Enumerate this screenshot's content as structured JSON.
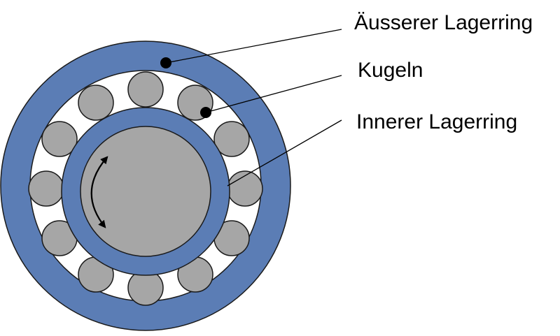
{
  "labels": {
    "outer_ring": "Äusserer Lagerring",
    "balls": "Kugeln",
    "inner_ring": "Innerer Lagerring"
  },
  "colors": {
    "ring_blue": "#5b7db5",
    "ball_gray": "#a6a6a6",
    "outline": "#1a1a1a",
    "background": "#ffffff"
  },
  "bearing": {
    "ball_count": 12
  }
}
